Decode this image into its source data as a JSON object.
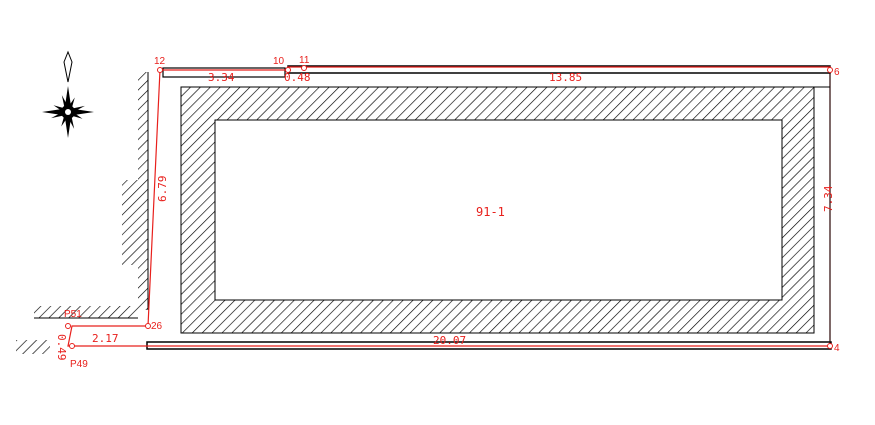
{
  "parcel": {
    "id": "91-1"
  },
  "dimensions": {
    "top_left_segment": "3.34",
    "top_small_segment": "0.48",
    "top_right_segment": "13.85",
    "right_side": "7.34",
    "left_side": "6.79",
    "bottom_left_segment": "2.17",
    "bottom_side": "20.07",
    "bottom_left_vertical": "0.49"
  },
  "points": {
    "p12": "12",
    "p10": "10",
    "p11": "11",
    "p6": "6",
    "p4": "4",
    "p26": "26",
    "p51": "P51",
    "p49": "P49"
  },
  "colors": {
    "boundary": "#e8201c",
    "wall": "#000000"
  },
  "icons": {
    "compass": "compass-rose-icon"
  }
}
